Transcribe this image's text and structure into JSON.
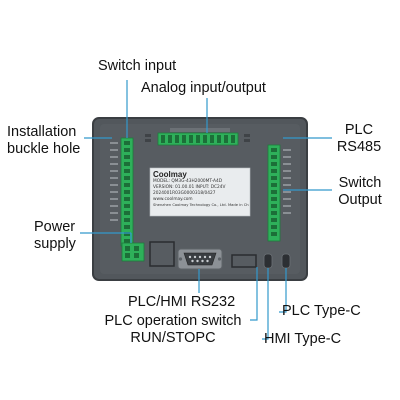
{
  "labels": {
    "switch_input": "Switch input",
    "analog_io": "Analog input/output",
    "installation": [
      "Installation",
      "buckle hole"
    ],
    "plc_rs485": [
      "PLC",
      "RS485"
    ],
    "switch_output": [
      "Switch",
      "Output"
    ],
    "power_supply": [
      "Power",
      "supply"
    ],
    "plc_hmi_rs232": "PLC/HMI RS232",
    "plc_operation_switch": [
      "PLC operation switch",
      "RUN/STOPC"
    ],
    "plc_type_c": "PLC Type-C",
    "hmi_type_c": "HMI Type-C"
  },
  "device": {
    "brand": "Coolmay",
    "model_line": "MODEL: QM3G-43H2000MT-A4D",
    "sticker_line_2": "VERSION: 01.00.01     INPUT: DC24V",
    "serial": "2024001R03G0000318/0427",
    "website": "www.coolmay.com",
    "maker": "Shenzhen Coolmay Technology Co., Ltd.     Made in China"
  },
  "colors": {
    "housing": "#52575c",
    "housing_edge": "#3a3e42",
    "terminal_green": "#2eb05a",
    "callout_line": "#3399cc",
    "sticker": "#e9ecee"
  }
}
